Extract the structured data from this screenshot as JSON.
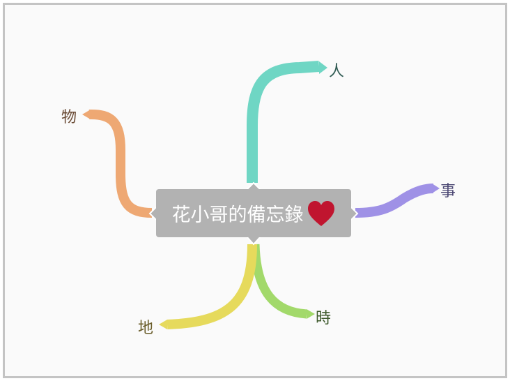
{
  "center": {
    "title": "花小哥的備忘錄",
    "icon": "heart-icon",
    "icon_color": "#c0152f"
  },
  "branches": [
    {
      "id": "ren",
      "label": "人",
      "color": "#6fd6c4",
      "text_color": "#2f5a52"
    },
    {
      "id": "shi",
      "label": "事",
      "color": "#9f91e6",
      "text_color": "#4a4672"
    },
    {
      "id": "shi2",
      "label": "時",
      "color": "#a2d96a",
      "text_color": "#3e5a2c"
    },
    {
      "id": "di",
      "label": "地",
      "color": "#e6da5c",
      "text_color": "#6a5d2a"
    },
    {
      "id": "wu",
      "label": "物",
      "color": "#eea873",
      "text_color": "#6a4a34"
    }
  ]
}
